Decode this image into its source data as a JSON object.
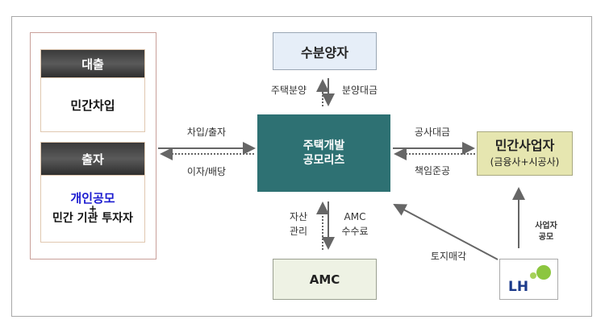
{
  "left_panel": {
    "loan": {
      "header": "대출",
      "body": "민간차입"
    },
    "equity": {
      "header": "출자",
      "body_line1": "개인공모",
      "plus": "+",
      "body_line2": "민간 기관 투자자"
    }
  },
  "nodes": {
    "buyer": "수분양자",
    "reits_line1": "주택개발",
    "reits_line2": "공모리츠",
    "amc": "AMC",
    "developer_line1": "민간사업자",
    "developer_line2": "(금융사+시공사)",
    "lh": "LH"
  },
  "edges": {
    "left_top": "차입/출자",
    "left_bottom": "이자/배당",
    "top_left": "주택분양",
    "top_right": "분양대금",
    "right_top": "공사대금",
    "right_bottom": "책임준공",
    "bottom_left_1": "자산",
    "bottom_left_2": "관리",
    "bottom_right_1": "AMC",
    "bottom_right_2": "수수료",
    "land_sale": "토지매각",
    "recruit_1": "사업자",
    "recruit_2": "공모"
  },
  "colors": {
    "reits": "#2e7173",
    "buyer": "#e6eef8",
    "amc": "#eef2e4",
    "developer": "#e6e6b0",
    "blue_text": "#1a1ad0"
  }
}
